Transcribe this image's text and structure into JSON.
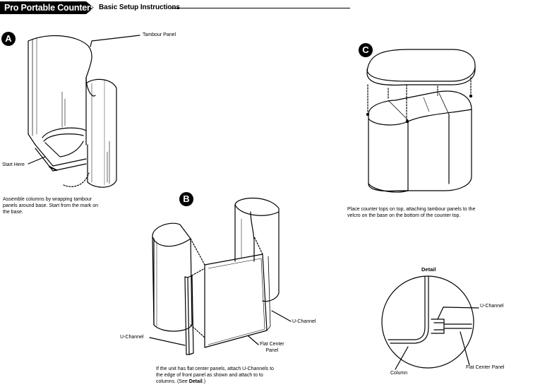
{
  "header": {
    "title": "Pro Portable Counters",
    "subtitle": "Basic Setup Instructions"
  },
  "steps": {
    "a": {
      "badge": "A",
      "labels": {
        "tambour_panel": "Tambour Panel",
        "start_here": "Start Here"
      },
      "caption_lines": [
        "Assemble columns by wrapping tambour",
        "panels around base.  Start from the mark on",
        "the base."
      ]
    },
    "b": {
      "badge": "B",
      "labels": {
        "u_channel_right": "U-Channel",
        "u_channel_left": "U-Channel",
        "flat_center_panel_1": "Flat Center",
        "flat_center_panel_2": "Panel"
      },
      "caption_line1": "If the unit has flat center panels, attach U-Channels to",
      "caption_line2": "the edge of front panel as shown and attach to to",
      "caption_line3_prefix": "columns.  (See ",
      "caption_line3_bold": "Detail",
      "caption_line3_suffix": ".)"
    },
    "c": {
      "badge": "C",
      "caption_lines": [
        "Place counter tops on top, attaching tambour panels to the",
        "velcro on the base on the bottom of the counter top."
      ]
    }
  },
  "detail": {
    "title": "Detail",
    "labels": {
      "u_channel": "U-Channel",
      "column": "Column",
      "flat_center_panel": "Flat Center Panel"
    }
  }
}
